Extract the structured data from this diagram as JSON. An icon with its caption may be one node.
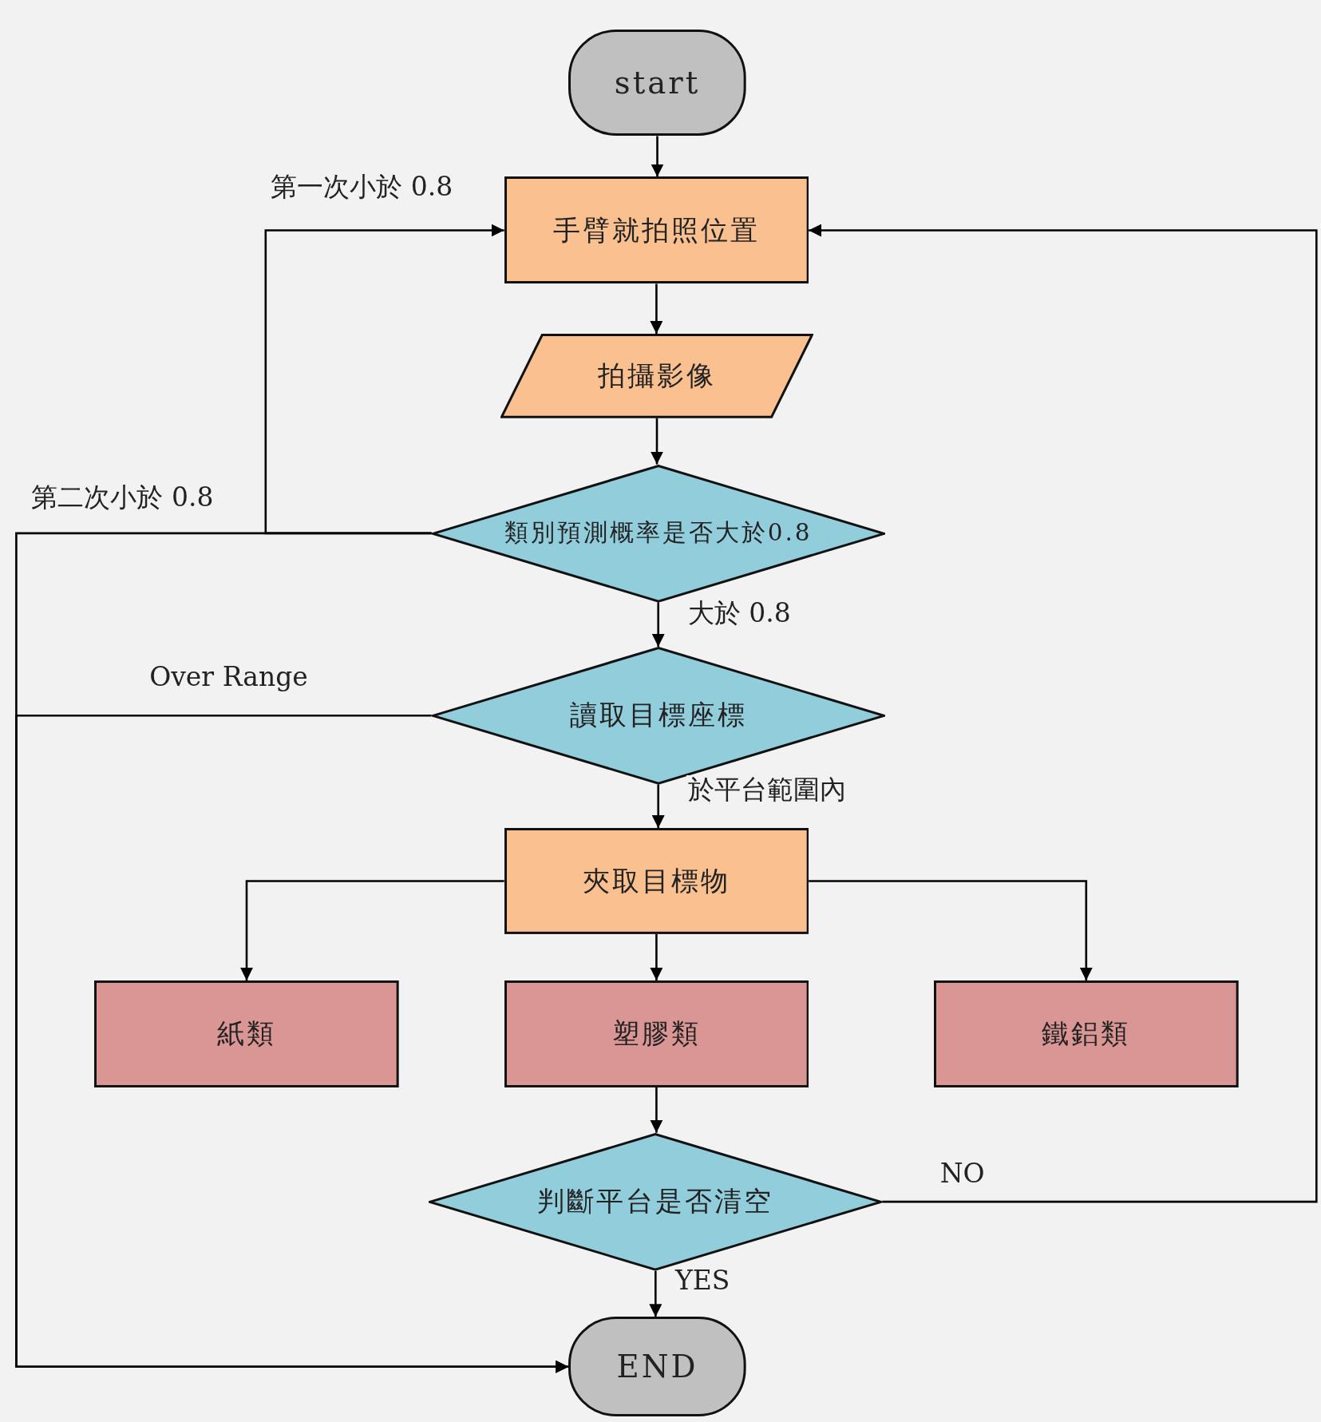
{
  "diagram": {
    "nodes": [
      {
        "text": [
          "start"
        ]
      },
      {
        "text": [
          "手臂就拍照位置"
        ]
      },
      {
        "text": [
          "拍攝影像"
        ]
      },
      {
        "text": [
          "類別預測概率是否大於0.8"
        ]
      },
      {
        "text": [
          "讀取目標座標"
        ]
      },
      {
        "text": [
          "夾取目標物"
        ]
      },
      {
        "text": [
          "紙類"
        ]
      },
      {
        "text": [
          "塑膠類"
        ]
      },
      {
        "text": [
          "鐵鋁類"
        ]
      },
      {
        "text": [
          "判斷平台是否清空"
        ]
      },
      {
        "text": [
          "END"
        ]
      }
    ],
    "edges": [
      {
        "from": 0,
        "to": 1,
        "arrow": "to"
      },
      {
        "from": 1,
        "to": 2,
        "arrow": "to"
      },
      {
        "from": 2,
        "to": 3,
        "arrow": "to"
      },
      {
        "from": 3,
        "to": 1,
        "arrow": "to",
        "label": "第一次小於 0.8"
      },
      {
        "from": 3,
        "to": 10,
        "arrow": "to",
        "label": "第二次小於 0.8"
      },
      {
        "from": 3,
        "to": 4,
        "arrow": "to",
        "label": "大於 0.8"
      },
      {
        "from": 4,
        "to": 10,
        "arrow": "to",
        "label": "Over Range"
      },
      {
        "from": 4,
        "to": 5,
        "arrow": "to",
        "label": "於平台範圍內"
      },
      {
        "from": 5,
        "to": 6,
        "arrow": "to"
      },
      {
        "from": 5,
        "to": 7,
        "arrow": "to"
      },
      {
        "from": 5,
        "to": 8,
        "arrow": "to"
      },
      {
        "from": 7,
        "to": 9,
        "arrow": "to"
      },
      {
        "from": 9,
        "to": 1,
        "arrow": "to",
        "label": "NO"
      },
      {
        "from": 9,
        "to": 10,
        "arrow": "to",
        "label": "YES"
      }
    ]
  }
}
